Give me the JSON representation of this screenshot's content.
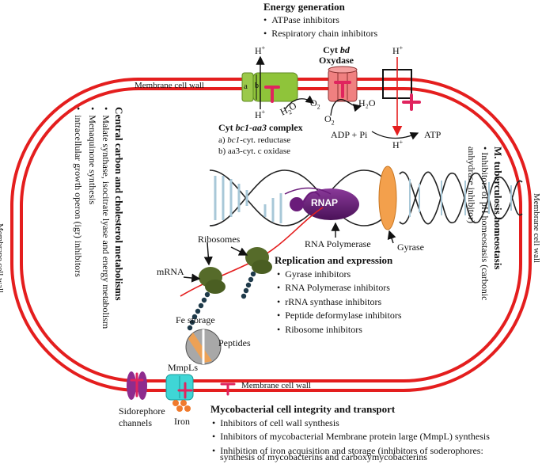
{
  "wall_label": "Membrane cell wall",
  "energy": {
    "title": "Energy generation",
    "items": [
      "ATPase inhibitors",
      "Respiratory chain inhibitors"
    ],
    "cyt_bd_prefix": "Cyt ",
    "cyt_bd_italic": "bd",
    "oxydase": "Oxydase",
    "complex_prefix": "Cyt ",
    "complex_italic": "bc1-aa3",
    "complex_suffix": " complex",
    "sub_a_prefix": "a) ",
    "sub_a_italic": "bc1",
    "sub_a_rest": "-cyt. reductase",
    "sub_b": "b) aa3-cyt. c oxidase",
    "complex_tag_a": "a",
    "complex_tag_b": "b",
    "h_plus": "H",
    "plus_sign": "+",
    "h2o_left_h": "H",
    "h2o_left_2": "2",
    "h2o_left_o": "O",
    "o2_top_o": "O",
    "o2_top_2": "2",
    "o2_bottom_o": "O",
    "o2_bottom_2": "2",
    "h2o_right": "H₂O",
    "adp": "ADP + Pi",
    "atp": "ATP"
  },
  "replication": {
    "title": "Replication and expression",
    "items": [
      "Gyrase inhibitors",
      "RNA Polymerase inhibitors",
      "rRNA synthase inhibitors",
      "Peptide deformylase inhibitors",
      "Ribosome inhibitors"
    ],
    "rnap": "RNAP",
    "rna_polymerase": "RNA Polymerase",
    "gyrase": "Gyrase",
    "ribosomes": "Ribosomes",
    "mrna": "mRNA",
    "peptides": "Peptides",
    "fe_storage": "Fe storage"
  },
  "central": {
    "title": "Central carbon and cholesterol metabolisms",
    "items": [
      "Malate synthase, isocitrate lyase and energy metabolism",
      "Menaquinone synthesis",
      "intracellular growth operon (igr) inhibitors"
    ]
  },
  "homeostasis": {
    "title": "M. tuberculosis homeostasis",
    "item_line1": "Inhibitors of pH homeostasis (carbonic",
    "item_line2": "anhydrase inhibitor)"
  },
  "integrity": {
    "title": "Mycobacterial cell integrity and transport",
    "items": [
      "Inhibitors of cell wall synthesis",
      "Inhibitors of mycobacterial Membrane protein large (MmpL) synthesis",
      "Inhibition of iron acquisition and storage (inhibitors of soderophores:"
    ],
    "continuation": "synthesis of mycobacterins and carboxymycobacterins",
    "sidero1": "Sidorephore",
    "sidero2": "channels",
    "iron": "Iron",
    "mmpls": "MmpLs"
  },
  "colors": {
    "membrane": "#e41e1e",
    "inhibitor": "#e0245e",
    "complex": "#8fc43a",
    "cyt_bd": "#f08080",
    "rnap": "#6a1b7a",
    "gyrase": "#f3a04c",
    "ribosome": "#566b2a",
    "mmpl": "#3fd6d6",
    "siderophore": "#8e2c8e",
    "iron": "#f07a2c"
  }
}
